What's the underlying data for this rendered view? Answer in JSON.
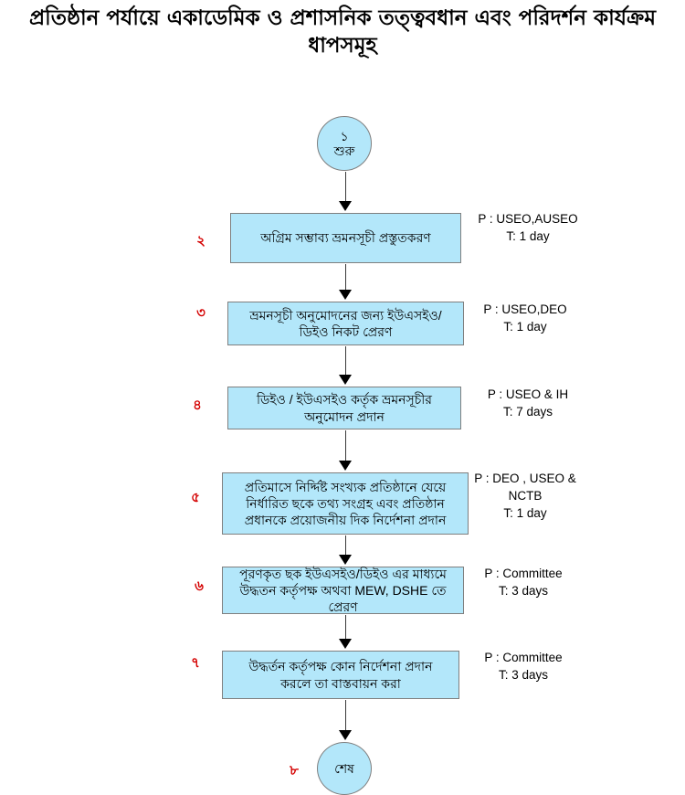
{
  "title": "প্রতিষ্ঠান পর্যায়ে একাডেমিক ও প্রশাসনিক তত্ত্ববধান এবং পরিদর্শন কার্যক্রম ধাপসমূহ",
  "colors": {
    "node_fill": "#b3e7fa",
    "node_border": "#7f7f7f",
    "step_number_red": "#d40000"
  },
  "start": {
    "number": "১",
    "label": "শুরু"
  },
  "end": {
    "number": "৮",
    "label": "শেষ"
  },
  "steps": [
    {
      "number": "২",
      "text": "অগ্রিম সম্ভাব্য ভ্রমনসূচী প্রস্তুতকরণ",
      "p": "P : USEO,AUSEO",
      "t": "T: 1 day"
    },
    {
      "number": "৩",
      "text": "ভ্রমনসূচী অনুমোদনের জন্য ইউএসইও/ডিইও নিকট  প্রেরণ",
      "p": "P : USEO,DEO",
      "t": "T: 1 day"
    },
    {
      "number": "৪",
      "text": "ডিইও / ইউএসইও কর্তৃক ভ্রমনসূচীর অনুমোদন প্রদান",
      "p": "P : USEO & IH",
      "t": "T: 7 days"
    },
    {
      "number": "৫",
      "text": "প্রতিমাসে নির্দ্দিষ্ট সংখ্যক প্রতিষ্ঠানে যেয়ে নির্ধারিত ছকে তথ্য সংগ্রহ এবং প্রতিষ্ঠান প্রধানকে প্রয়োজনীয় দিক নির্দেশনা প্রদান",
      "p": "P : DEO , USEO & NCTB",
      "t": "T: 1 day"
    },
    {
      "number": "৬",
      "text": "পূরণকৃত ছক ইউএসইও/ডিইও  এর মাধ্যমে উদ্ধতন কর্তৃপক্ষ অথবা MEW, DSHE তে প্রেরণ",
      "p": "P : Committee",
      "t": "T: 3 days"
    },
    {
      "number": "৭",
      "text": "উদ্ধর্তন কর্তৃপক্ষ কোন নির্দেশনা প্রদান করলে তা বাস্তবায়ন করা",
      "p": "P : Committee",
      "t": "T: 3 days"
    }
  ]
}
